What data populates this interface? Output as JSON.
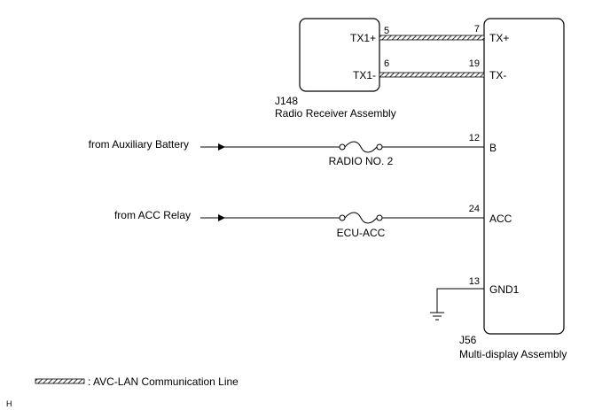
{
  "components": {
    "radio": {
      "connector": "J148",
      "name": "Radio Receiver Assembly"
    },
    "display": {
      "connector": "J56",
      "name": "Multi-display Assembly"
    }
  },
  "radio_terminals": [
    {
      "label": "TX1+",
      "pin": "5"
    },
    {
      "label": "TX1-",
      "pin": "6"
    }
  ],
  "display_terminals": [
    {
      "label": "TX+",
      "pin": "7"
    },
    {
      "label": "TX-",
      "pin": "19"
    },
    {
      "label": "B",
      "pin": "12"
    },
    {
      "label": "ACC",
      "pin": "24"
    },
    {
      "label": "GND1",
      "pin": "13"
    }
  ],
  "power_inputs": [
    {
      "source": "from Auxiliary Battery",
      "fuse": "RADIO NO. 2"
    },
    {
      "source": "from ACC Relay",
      "fuse": "ECU-ACC"
    }
  ],
  "legend": {
    "text": ": AVC-LAN Communication Line"
  },
  "corner_mark": "H",
  "colors": {
    "line": "#000000",
    "background": "#ffffff"
  }
}
